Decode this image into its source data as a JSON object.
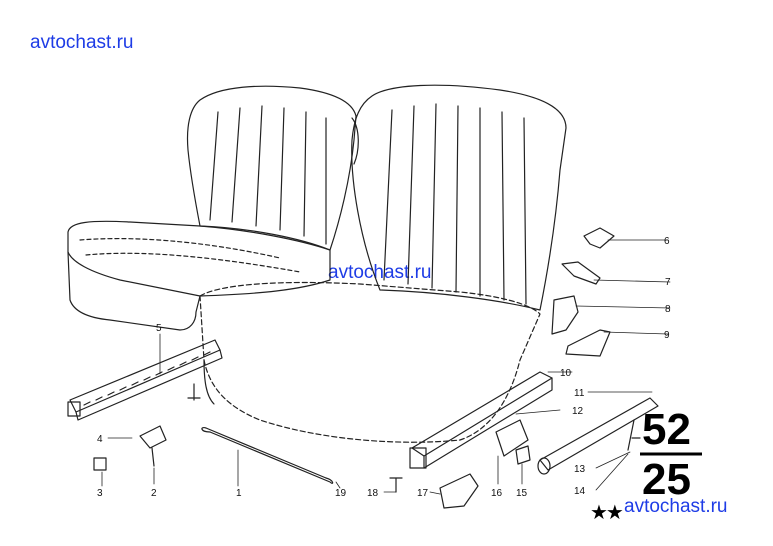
{
  "watermarks": [
    "avtochast.ru",
    "avtochast.ru",
    "avtochast.ru"
  ],
  "group_top": "52",
  "group_bottom": "25",
  "stars": "★★",
  "parts": [
    "1",
    "2",
    "3",
    "4",
    "5",
    "6",
    "7",
    "8",
    "9",
    "10",
    "11",
    "12",
    "13",
    "14",
    "15",
    "16",
    "17",
    "18",
    "19"
  ]
}
